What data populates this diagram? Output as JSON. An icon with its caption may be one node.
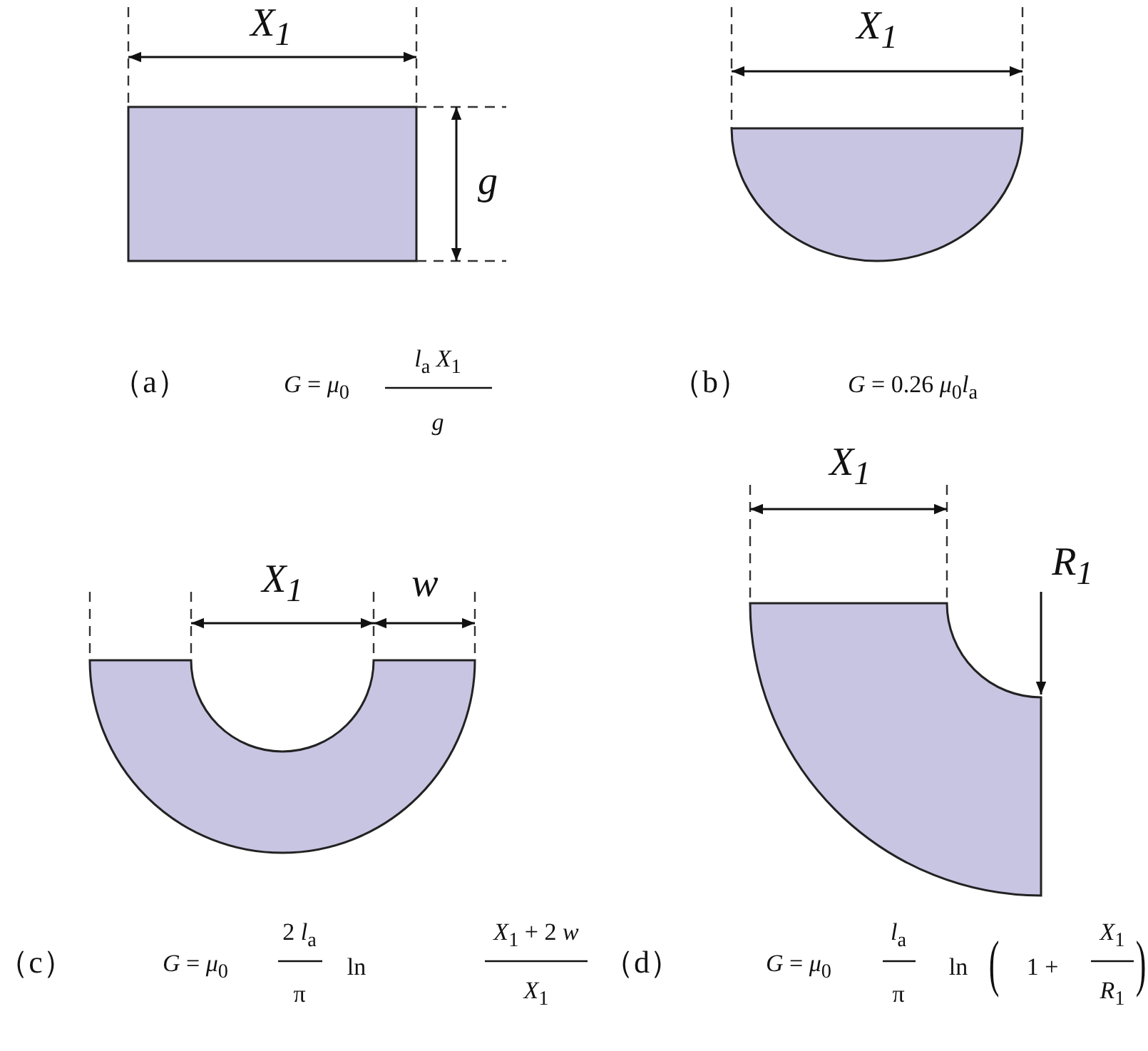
{
  "diagram": {
    "labels": [
      "X$_{1}$",
      "g",
      "X$_{1}$",
      "（a）",
      "*G* = *μ*$_{0}$",
      "*l*$_{a}$ *X*$_{1}$",
      "g",
      "（b）",
      "*G* = 0.26 *μ*$_{0}$*l*$_{a}$",
      "X$_{1}$",
      "w",
      "X$_{1}$",
      "R$_{1}$",
      "（c）",
      "*G* = *μ*$_{0}$",
      "2 *l*$_{a}$",
      "π",
      "ln",
      "*X*$_{1}$ + 2 *w*",
      "*X*$_{1}$",
      "（d）",
      "*G* = *μ*$_{0}$",
      "*l*$_{a}$",
      "π",
      "ln",
      "(",
      "1 +",
      "*X*$_{1}$",
      "*R*$_{1}$",
      ")"
    ]
  }
}
